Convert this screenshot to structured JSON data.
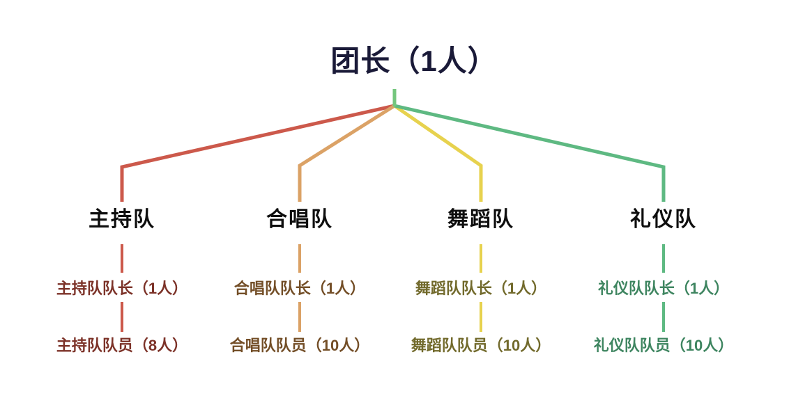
{
  "root": {
    "label": "团长（1人）",
    "title_color": "#1a1a38",
    "stub_color": "#74c67d"
  },
  "branch_name_color": "#0e0e0e",
  "branches": [
    {
      "name": "主持队",
      "leader": "主持队队长（1人）",
      "members": "主持队队员（8人）",
      "line_color": "#cc594b",
      "text_color": "#7c3228"
    },
    {
      "name": "合唱队",
      "leader": "合唱队队长（1人）",
      "members": "合唱队队员（10人）",
      "line_color": "#dba266",
      "text_color": "#734e27"
    },
    {
      "name": "舞蹈队",
      "leader": "舞蹈队队长（1人）",
      "members": "舞蹈队队员（10人）",
      "line_color": "#e7d24e",
      "text_color": "#726a2c"
    },
    {
      "name": "礼仪队",
      "leader": "礼仪队队长（1人）",
      "members": "礼仪队队员（10人）",
      "line_color": "#5eb982",
      "text_color": "#3e8560"
    }
  ]
}
